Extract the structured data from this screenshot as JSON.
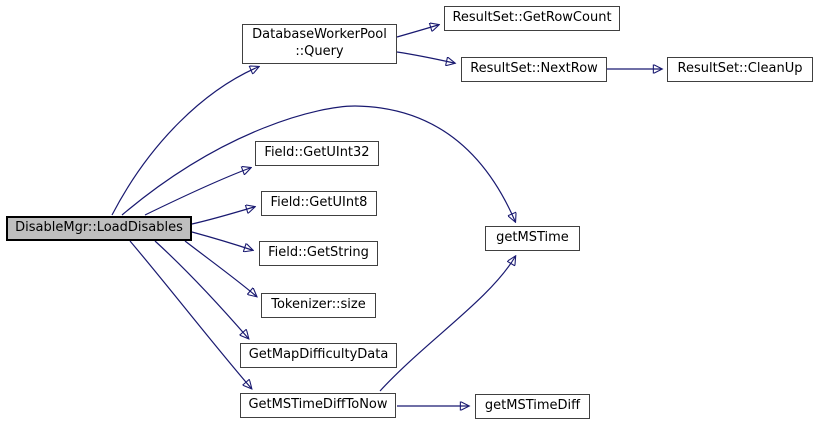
{
  "diagram": {
    "type": "call-graph",
    "colors": {
      "edge": "#191970",
      "node_border": "#404040",
      "node_fill": "#ffffff",
      "highlight_fill": "#bfbfbf",
      "highlight_border": "#000000",
      "background": "#ffffff",
      "text": "#000000"
    },
    "nodes": {
      "loaddisables": {
        "label": "DisableMgr::LoadDisables",
        "highlighted": true
      },
      "query": {
        "label": "DatabaseWorkerPool\n::Query"
      },
      "getrowcount": {
        "label": "ResultSet::GetRowCount"
      },
      "nextrow": {
        "label": "ResultSet::NextRow"
      },
      "cleanup": {
        "label": "ResultSet::CleanUp"
      },
      "getuint32": {
        "label": "Field::GetUInt32"
      },
      "getuint8": {
        "label": "Field::GetUInt8"
      },
      "getstring": {
        "label": "Field::GetString"
      },
      "tokenizer_size": {
        "label": "Tokenizer::size"
      },
      "getmapdifficultydata": {
        "label": "GetMapDifficultyData"
      },
      "getmstimedifftonow": {
        "label": "GetMSTimeDiffToNow"
      },
      "getmstime": {
        "label": "getMSTime"
      },
      "getmstimediff": {
        "label": "getMSTimeDiff"
      }
    },
    "edges": [
      {
        "from": "DisableMgr::LoadDisables",
        "to": "DatabaseWorkerPool::Query"
      },
      {
        "from": "DisableMgr::LoadDisables",
        "to": "Field::GetUInt32"
      },
      {
        "from": "DisableMgr::LoadDisables",
        "to": "Field::GetUInt8"
      },
      {
        "from": "DisableMgr::LoadDisables",
        "to": "Field::GetString"
      },
      {
        "from": "DisableMgr::LoadDisables",
        "to": "Tokenizer::size"
      },
      {
        "from": "DisableMgr::LoadDisables",
        "to": "GetMapDifficultyData"
      },
      {
        "from": "DisableMgr::LoadDisables",
        "to": "GetMSTimeDiffToNow"
      },
      {
        "from": "DisableMgr::LoadDisables",
        "to": "getMSTime"
      },
      {
        "from": "DatabaseWorkerPool::Query",
        "to": "ResultSet::GetRowCount"
      },
      {
        "from": "DatabaseWorkerPool::Query",
        "to": "ResultSet::NextRow"
      },
      {
        "from": "ResultSet::NextRow",
        "to": "ResultSet::CleanUp"
      },
      {
        "from": "GetMSTimeDiffToNow",
        "to": "getMSTime"
      },
      {
        "from": "GetMSTimeDiffToNow",
        "to": "getMSTimeDiff"
      }
    ]
  }
}
